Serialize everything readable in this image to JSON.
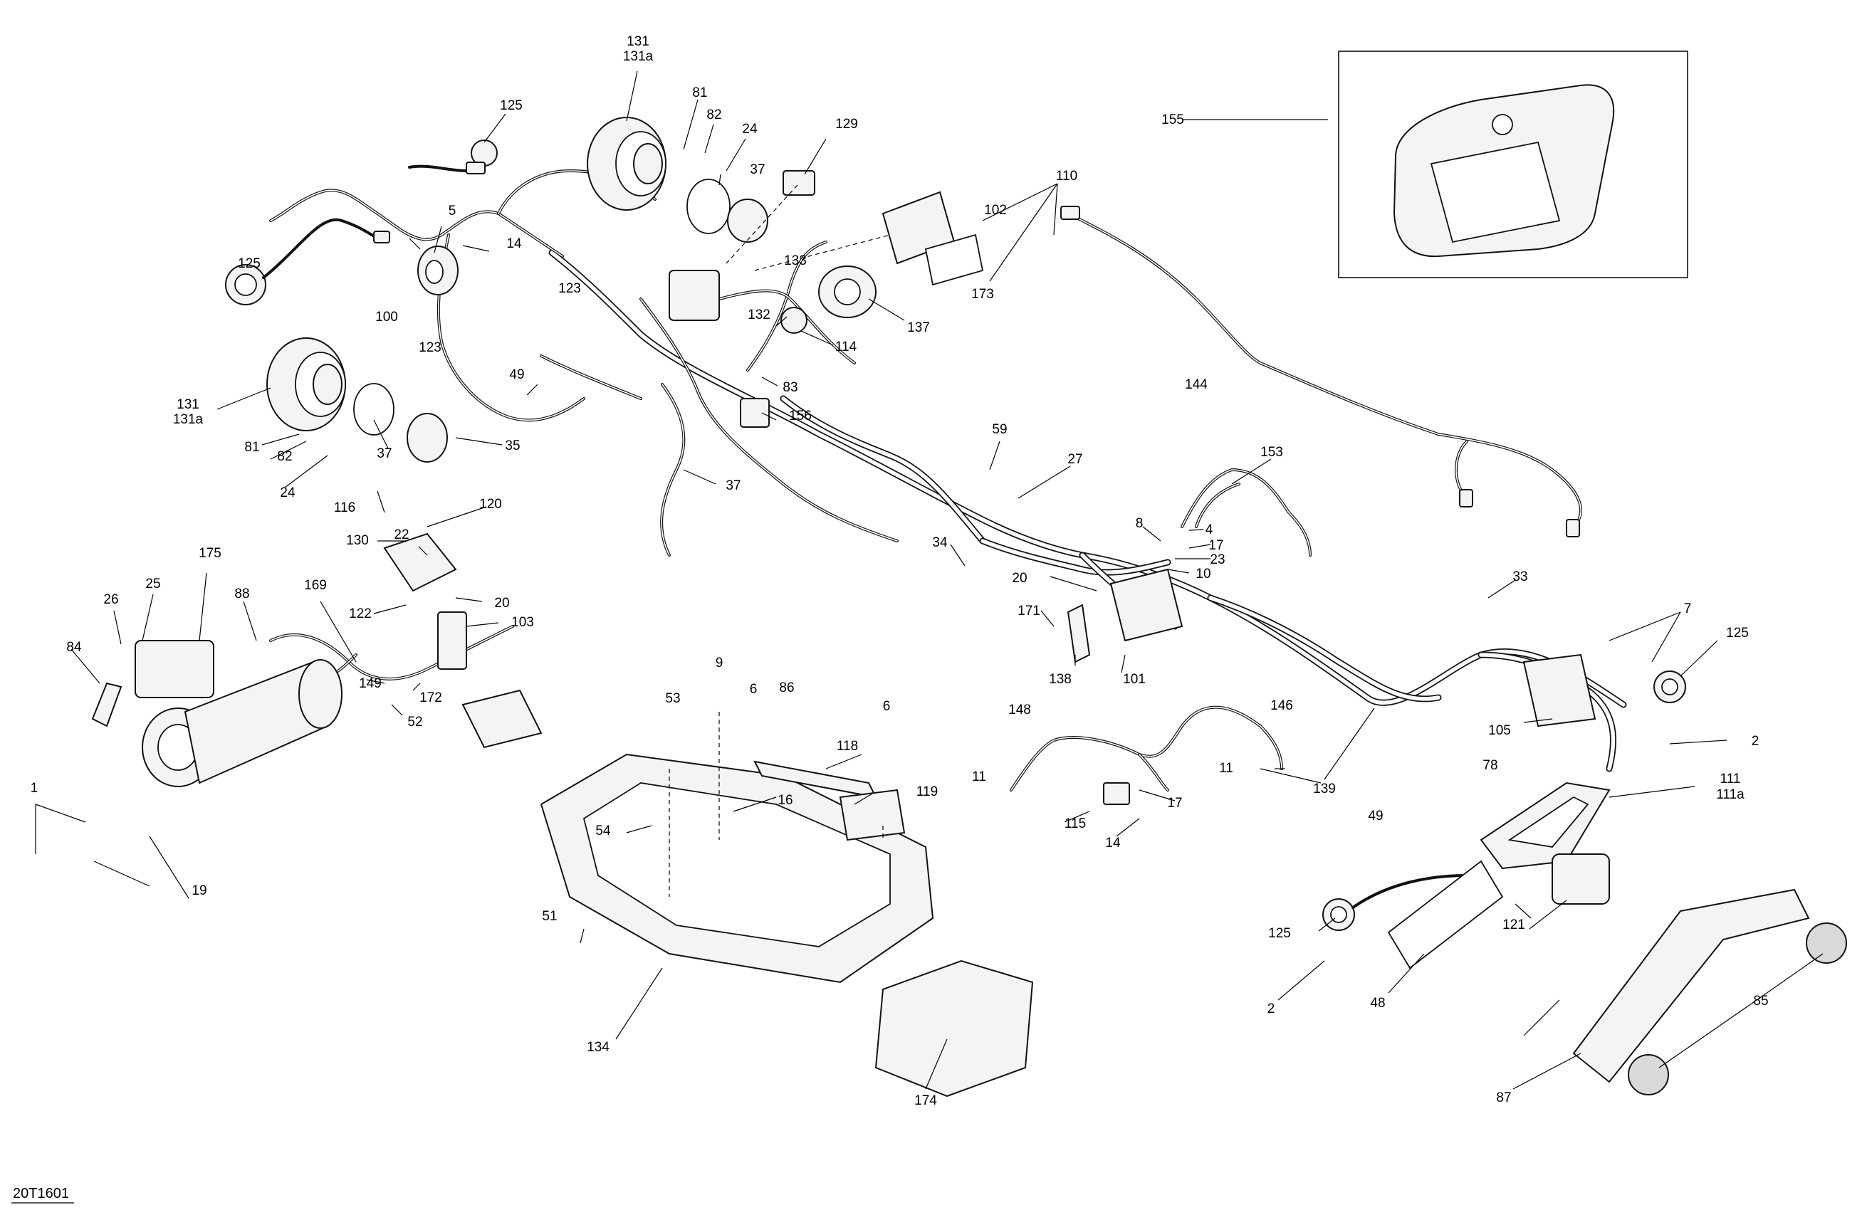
{
  "diagram_ref": "20T1601",
  "callouts": [
    {
      "id": "c131a",
      "text": "131"
    },
    {
      "id": "c131b",
      "text": "131a"
    },
    {
      "id": "c125a",
      "text": "125"
    },
    {
      "id": "c81a",
      "text": "81"
    },
    {
      "id": "c82a",
      "text": "82"
    },
    {
      "id": "c24a",
      "text": "24"
    },
    {
      "id": "c37a",
      "text": "37"
    },
    {
      "id": "c129",
      "text": "129"
    },
    {
      "id": "c5",
      "text": "5"
    },
    {
      "id": "c14a",
      "text": "14"
    },
    {
      "id": "c100",
      "text": "100"
    },
    {
      "id": "c125b",
      "text": "125"
    },
    {
      "id": "c123a",
      "text": "123"
    },
    {
      "id": "c123b",
      "text": "123"
    },
    {
      "id": "c133",
      "text": "133"
    },
    {
      "id": "c102",
      "text": "102"
    },
    {
      "id": "c110",
      "text": "110"
    },
    {
      "id": "c173",
      "text": "173"
    },
    {
      "id": "c155",
      "text": "155"
    },
    {
      "id": "c137",
      "text": "137"
    },
    {
      "id": "c132",
      "text": "132"
    },
    {
      "id": "c114",
      "text": "114"
    },
    {
      "id": "c49a",
      "text": "49"
    },
    {
      "id": "c83",
      "text": "83"
    },
    {
      "id": "c156",
      "text": "156"
    },
    {
      "id": "c131c",
      "text": "131"
    },
    {
      "id": "c131d",
      "text": "131a"
    },
    {
      "id": "c81b",
      "text": "81"
    },
    {
      "id": "c82b",
      "text": "82"
    },
    {
      "id": "c37b",
      "text": "37"
    },
    {
      "id": "c35",
      "text": "35"
    },
    {
      "id": "c24b",
      "text": "24"
    },
    {
      "id": "c144",
      "text": "144"
    },
    {
      "id": "c37c",
      "text": "37"
    },
    {
      "id": "c59",
      "text": "59"
    },
    {
      "id": "c27",
      "text": "27"
    },
    {
      "id": "c153",
      "text": "153"
    },
    {
      "id": "c116",
      "text": "116"
    },
    {
      "id": "c120",
      "text": "120"
    },
    {
      "id": "c130",
      "text": "130"
    },
    {
      "id": "c22",
      "text": "22"
    },
    {
      "id": "c8",
      "text": "8"
    },
    {
      "id": "c4",
      "text": "4"
    },
    {
      "id": "c17a",
      "text": "17"
    },
    {
      "id": "c23",
      "text": "23"
    },
    {
      "id": "c10",
      "text": "10"
    },
    {
      "id": "c34",
      "text": "34"
    },
    {
      "id": "c175",
      "text": "175"
    },
    {
      "id": "c169",
      "text": "169"
    },
    {
      "id": "c20a",
      "text": "20"
    },
    {
      "id": "c26",
      "text": "26"
    },
    {
      "id": "c25",
      "text": "25"
    },
    {
      "id": "c88",
      "text": "88"
    },
    {
      "id": "c20b",
      "text": "20"
    },
    {
      "id": "c122",
      "text": "122"
    },
    {
      "id": "c103",
      "text": "103"
    },
    {
      "id": "c33",
      "text": "33"
    },
    {
      "id": "c7",
      "text": "7"
    },
    {
      "id": "c125c",
      "text": "125"
    },
    {
      "id": "c84",
      "text": "84"
    },
    {
      "id": "c171",
      "text": "171"
    },
    {
      "id": "c138",
      "text": "138"
    },
    {
      "id": "c101",
      "text": "101"
    },
    {
      "id": "c149",
      "text": "149"
    },
    {
      "id": "c172",
      "text": "172"
    },
    {
      "id": "c52",
      "text": "52"
    },
    {
      "id": "c9",
      "text": "9"
    },
    {
      "id": "c53",
      "text": "53"
    },
    {
      "id": "c6a",
      "text": "6"
    },
    {
      "id": "c86",
      "text": "86"
    },
    {
      "id": "c6b",
      "text": "6"
    },
    {
      "id": "c148",
      "text": "148"
    },
    {
      "id": "c146",
      "text": "146"
    },
    {
      "id": "c105",
      "text": "105"
    },
    {
      "id": "c2a",
      "text": "2"
    },
    {
      "id": "c118",
      "text": "118"
    },
    {
      "id": "c78",
      "text": "78"
    },
    {
      "id": "c11a",
      "text": "11"
    },
    {
      "id": "c11b",
      "text": "11"
    },
    {
      "id": "c111",
      "text": "111"
    },
    {
      "id": "c111a",
      "text": "111a"
    },
    {
      "id": "c1",
      "text": "1"
    },
    {
      "id": "c16",
      "text": "16"
    },
    {
      "id": "c119",
      "text": "119"
    },
    {
      "id": "c17b",
      "text": "17"
    },
    {
      "id": "c139",
      "text": "139"
    },
    {
      "id": "c54",
      "text": "54"
    },
    {
      "id": "c115",
      "text": "115"
    },
    {
      "id": "c14b",
      "text": "14"
    },
    {
      "id": "c49b",
      "text": "49"
    },
    {
      "id": "c19",
      "text": "19"
    },
    {
      "id": "c51",
      "text": "51"
    },
    {
      "id": "c125d",
      "text": "125"
    },
    {
      "id": "c121",
      "text": "121"
    },
    {
      "id": "c2b",
      "text": "2"
    },
    {
      "id": "c48",
      "text": "48"
    },
    {
      "id": "c85",
      "text": "85"
    },
    {
      "id": "c134",
      "text": "134"
    },
    {
      "id": "c174",
      "text": "174"
    },
    {
      "id": "c87",
      "text": "87"
    }
  ]
}
